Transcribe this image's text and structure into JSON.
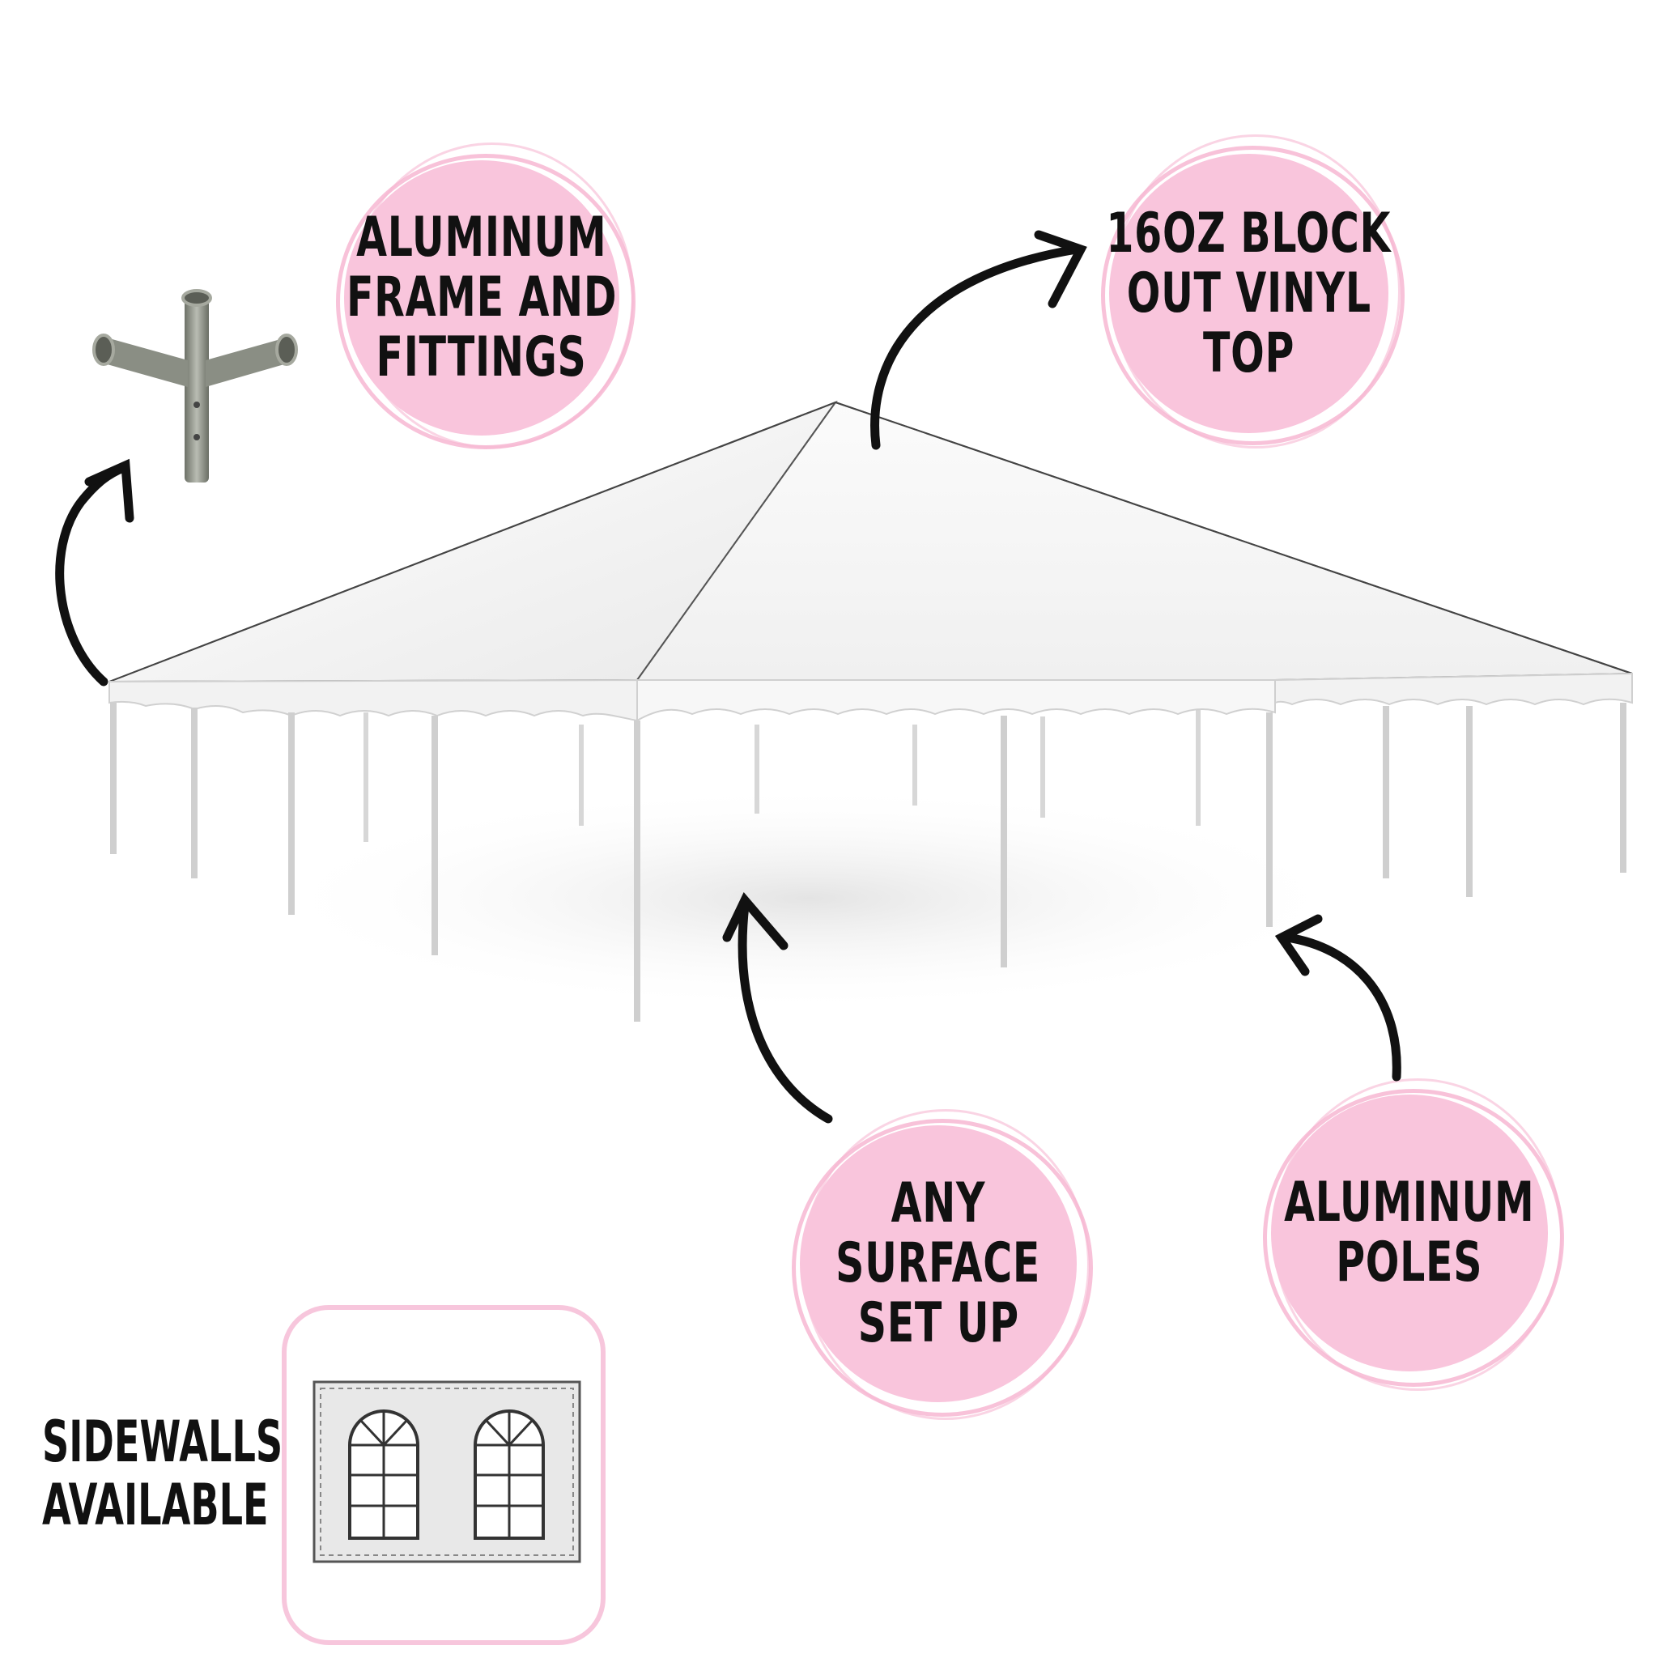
{
  "badges": {
    "frame": {
      "lines": [
        "ALUMINUM",
        "FRAME AND",
        "FITTINGS"
      ]
    },
    "top": {
      "lines": [
        "16OZ BLOCK",
        "OUT VINYL",
        "TOP"
      ]
    },
    "surface": {
      "lines": [
        "ANY",
        "SURFACE",
        "SET UP"
      ]
    },
    "poles": {
      "lines": [
        "ALUMINUM",
        "POLES"
      ]
    }
  },
  "sidewalls": {
    "lines": [
      "SIDEWALLS",
      "AVAILABLE"
    ]
  },
  "colors": {
    "badge_fill": "#f9c5dc",
    "badge_ring": "#f7b7d2",
    "frame_border": "#f7c6dc",
    "text": "#111111",
    "arrow": "#111111"
  },
  "icons": [
    "four-way-fitting-icon",
    "tent-icon",
    "sidewall-window-panel-icon",
    "curved-arrow-icon"
  ]
}
